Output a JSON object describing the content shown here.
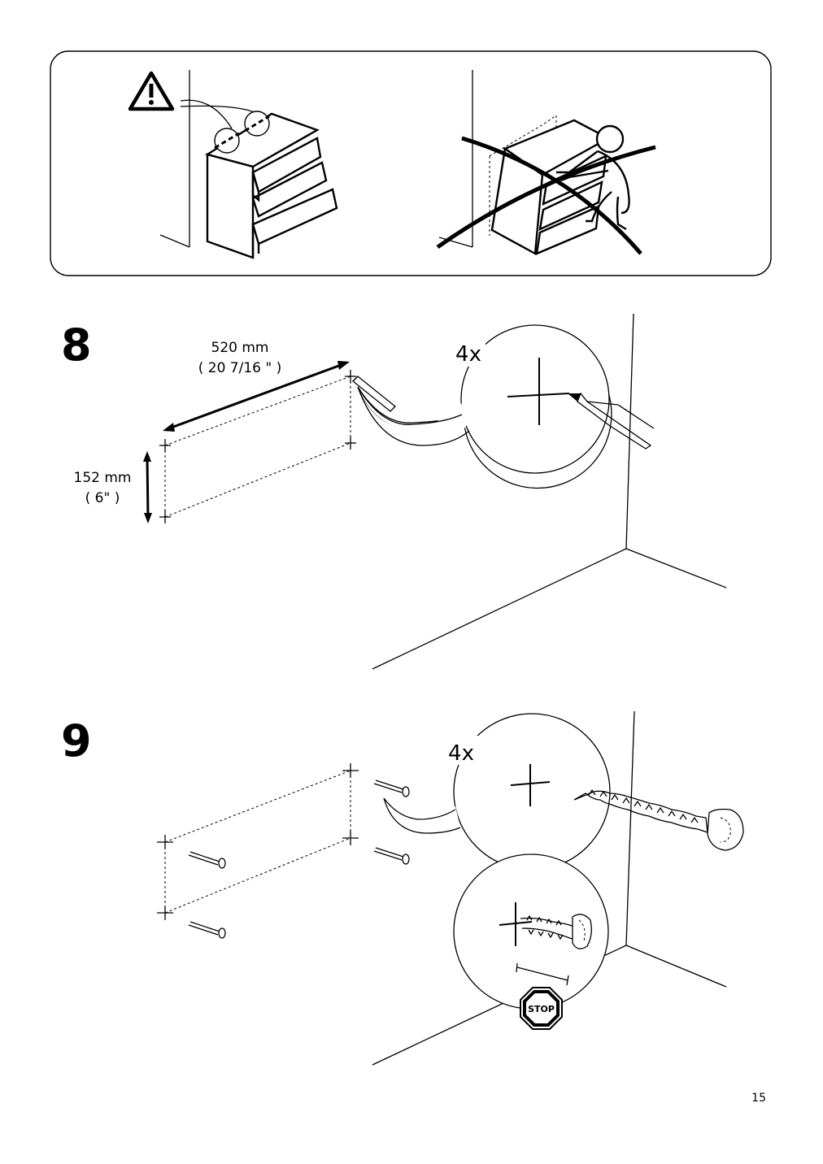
{
  "warning_panel": {
    "warning_icon": "warning-triangle-icon",
    "correct_figure": "anchored-chest-of-drawers",
    "incorrect_figure": "tipping-chest-crossed-out"
  },
  "step8": {
    "number": "8",
    "width_metric": "520 mm",
    "width_imperial": "( 20 7/16 \" )",
    "height_metric": "152 mm",
    "height_imperial": "( 6\" )",
    "quantity": "4x"
  },
  "step9": {
    "number": "9",
    "quantity": "4x",
    "stop_label": "STOP"
  },
  "page_number": "15"
}
